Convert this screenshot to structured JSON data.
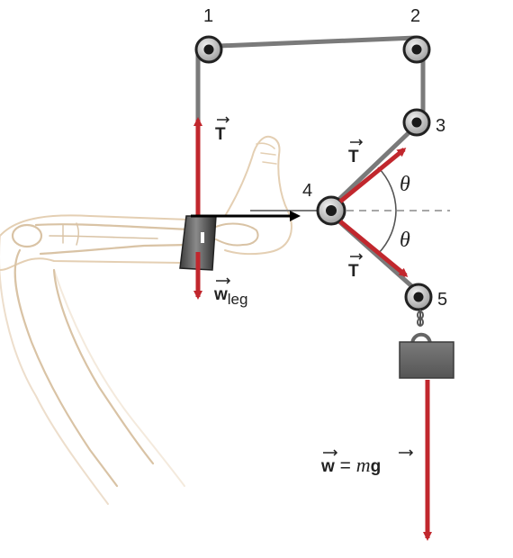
{
  "pulleys": [
    {
      "label": "1"
    },
    {
      "label": "2"
    },
    {
      "label": "3"
    },
    {
      "label": "4"
    },
    {
      "label": "5"
    }
  ],
  "labels": {
    "tension": "T",
    "angle": "θ",
    "leg_weight_main": "w",
    "leg_weight_sub": "leg",
    "weight_lhs": "w",
    "equals": " = ",
    "mass": "m",
    "gravity": "g"
  },
  "colors": {
    "force_arrow": "#c1272d",
    "cable": "#7a7a7a",
    "horizontal_arrow": "#000000",
    "bone_outline": "#d9c3a5",
    "skin_outline": "#e4cfb3",
    "weight_block": "#666666"
  }
}
